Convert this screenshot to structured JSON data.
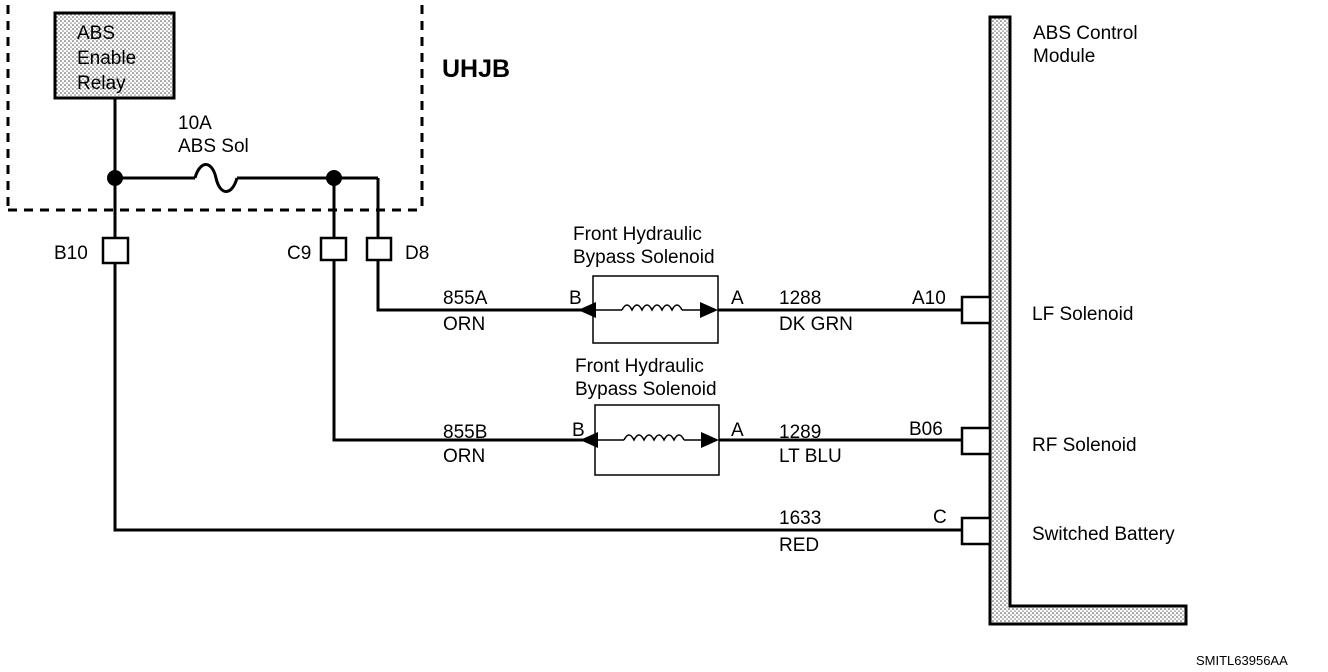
{
  "relay": {
    "lines": [
      "ABS",
      "Enable",
      "Relay"
    ]
  },
  "fuse": {
    "rating": "10A",
    "name": "ABS Sol"
  },
  "junction_block": {
    "label": "UHJB"
  },
  "connectors": {
    "b10": "B10",
    "c9": "C9",
    "d8": "D8"
  },
  "module": {
    "lines": [
      "ABS Control",
      "Module"
    ]
  },
  "solenoid_front_upper": {
    "lines": [
      "Front Hydraulic",
      "Bypass Solenoid"
    ],
    "pin_b": "B",
    "pin_a": "A"
  },
  "solenoid_front_lower": {
    "lines": [
      "Front Hydraulic",
      "Bypass Solenoid"
    ],
    "pin_b": "B",
    "pin_a": "A"
  },
  "wires": {
    "w855a": {
      "circuit": "855A",
      "color": "ORN"
    },
    "w855b": {
      "circuit": "855B",
      "color": "ORN"
    },
    "w1288": {
      "circuit": "1288",
      "color": "DK GRN"
    },
    "w1289": {
      "circuit": "1289",
      "color": "LT  BLU"
    },
    "w1633": {
      "circuit": "1633",
      "color": "RED"
    }
  },
  "module_pins": {
    "lf": {
      "pin": "A10",
      "name": "LF Solenoid"
    },
    "rf": {
      "pin": "B06",
      "name": "RF Solenoid"
    },
    "batt": {
      "pin": "C",
      "name": "Switched Battery"
    }
  },
  "figure_id": "SMITL63956AA"
}
